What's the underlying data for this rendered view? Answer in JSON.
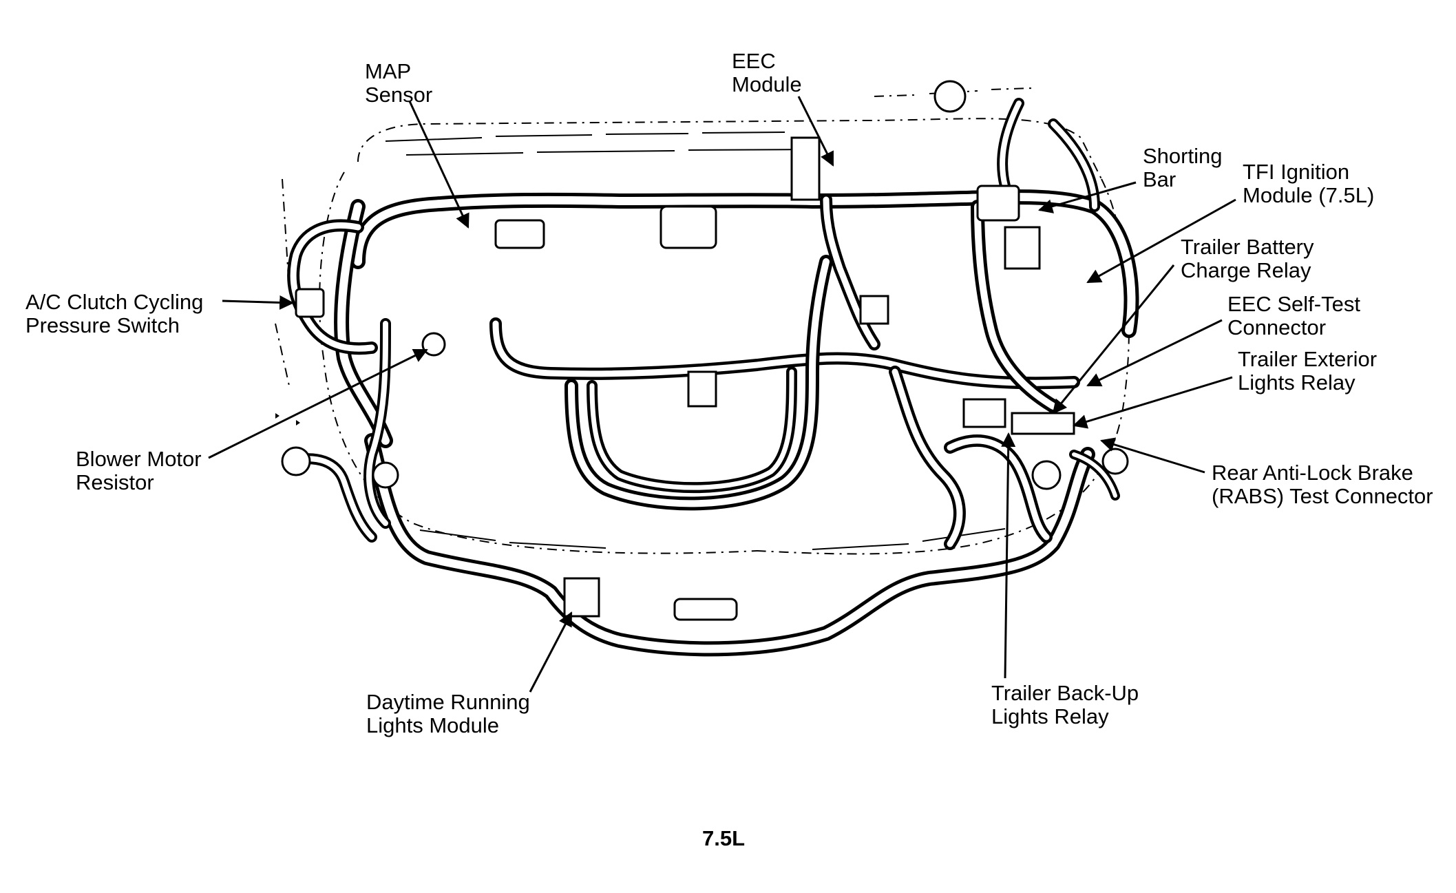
{
  "callouts": {
    "map_sensor": [
      "MAP",
      "Sensor"
    ],
    "eec_module": [
      "EEC",
      "Module"
    ],
    "shorting_bar": [
      "Shorting",
      "Bar"
    ],
    "tfi_ignition_module": [
      "TFI Ignition",
      "Module (7.5L)"
    ],
    "trailer_battery_charge_relay": [
      "Trailer Battery",
      "Charge Relay"
    ],
    "eec_self_test_connector": [
      "EEC Self-Test",
      "Connector"
    ],
    "trailer_exterior_lights_relay": [
      "Trailer Exterior",
      "Lights Relay"
    ],
    "rabs_test_connector": [
      "Rear Anti-Lock Brake",
      "(RABS) Test Connector"
    ],
    "ac_clutch_cycling_switch": [
      "A/C Clutch Cycling",
      "Pressure Switch"
    ],
    "blower_motor_resistor": [
      "Blower Motor",
      "Resistor"
    ],
    "daytime_running_lights_module": [
      "Daytime Running",
      "Lights Module"
    ],
    "trailer_backup_lights_relay": [
      "Trailer Back-Up",
      "Lights Relay"
    ]
  },
  "caption": "7.5L"
}
